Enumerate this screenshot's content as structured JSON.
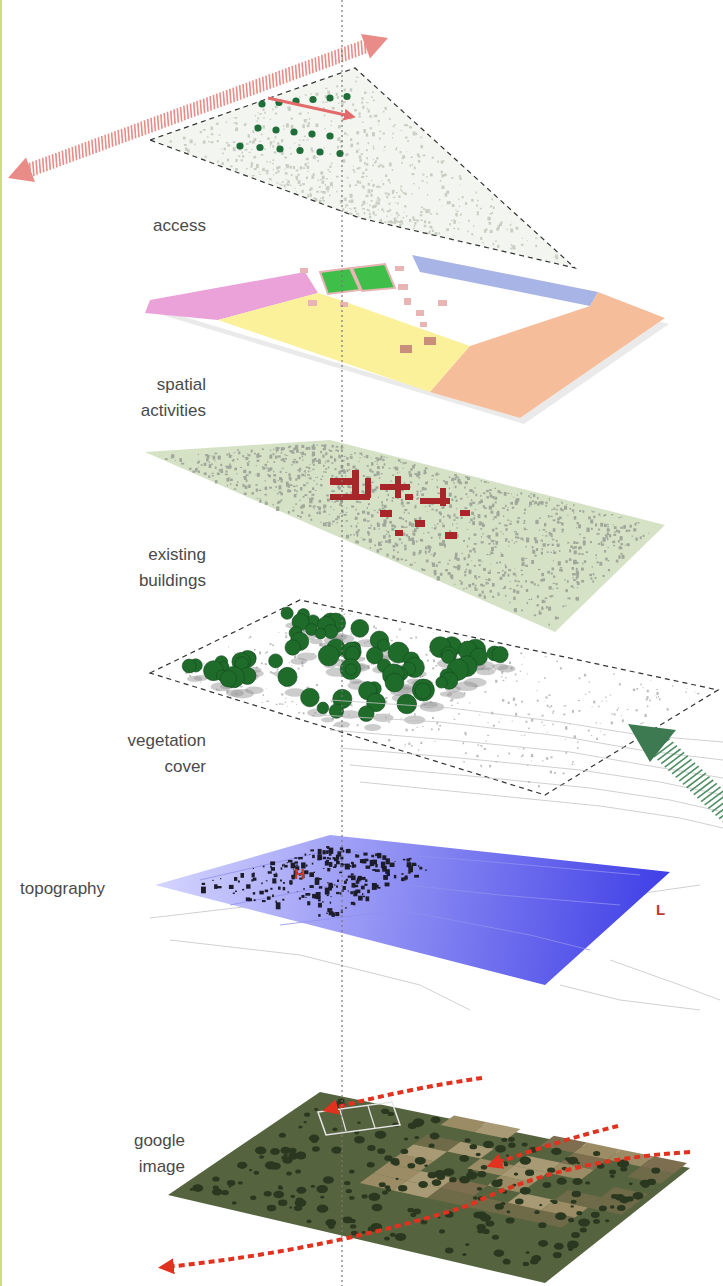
{
  "diagram": {
    "labels": [
      "access",
      "spatial activities",
      "existing buildings",
      "vegetation cover",
      "topography",
      "H",
      "L",
      "google image"
    ]
  }
}
